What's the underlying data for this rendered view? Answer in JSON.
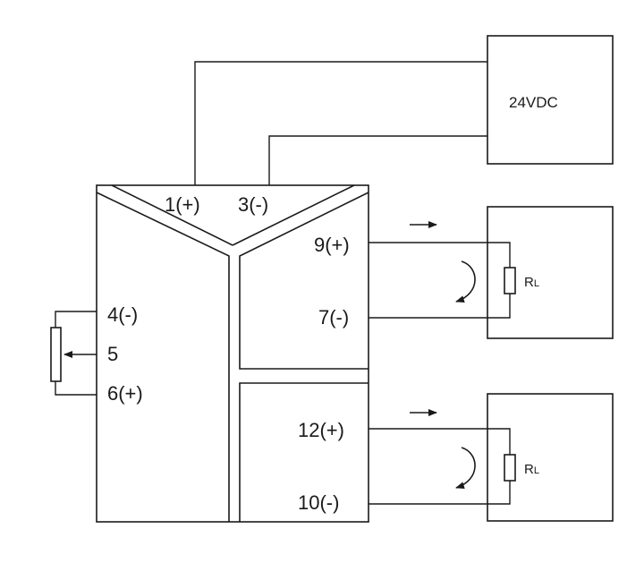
{
  "power_supply": {
    "label": "24VDC"
  },
  "terminals": {
    "t1": "1(+)",
    "t3": "3(-)",
    "t4": "4(-)",
    "t5": "5",
    "t6": "6(+)",
    "t9": "9(+)",
    "t7": "7(-)",
    "t12": "12(+)",
    "t10": "10(-)"
  },
  "load_resistor": {
    "main": "R",
    "sub": "L"
  },
  "colors": {
    "line": "#1a1a1a",
    "background": "#ffffff"
  }
}
